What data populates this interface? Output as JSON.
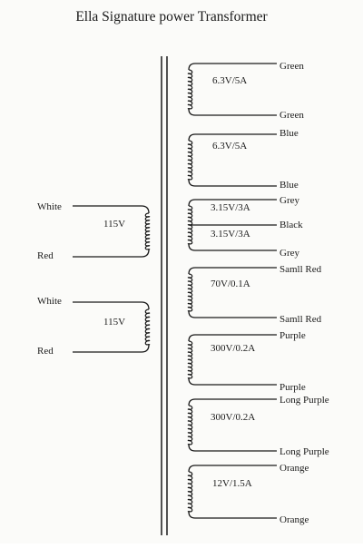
{
  "title": "Ella Signature power Transformer",
  "colors": {
    "ink": "#1a1a1a",
    "paper": "#fbfbf9"
  },
  "primaries": [
    {
      "start_wire": "White",
      "voltage": "115V",
      "end_wire": "Red"
    },
    {
      "start_wire": "White",
      "voltage": "115V",
      "end_wire": "Red"
    }
  ],
  "secondaries": [
    {
      "voltage": "6.3V/5A",
      "top_wire": "Green",
      "bottom_wire": "Green"
    },
    {
      "voltage": "6.3V/5A",
      "top_wire": "Blue",
      "bottom_wire": "Blue"
    },
    {
      "voltage": "3.15V/3A",
      "voltage_2": "3.15V/3A",
      "top_wire": "Grey",
      "center_tap": "Black",
      "bottom_wire": "Grey"
    },
    {
      "voltage": "70V/0.1A",
      "top_wire": "Samll Red",
      "bottom_wire": "Samll Red"
    },
    {
      "voltage": "300V/0.2A",
      "top_wire": "Purple",
      "bottom_wire": "Purple"
    },
    {
      "voltage": "300V/0.2A",
      "top_wire": "Long  Purple",
      "bottom_wire": "Long  Purple"
    },
    {
      "voltage": "12V/1.5A",
      "top_wire": "Orange",
      "bottom_wire": "Orange"
    }
  ]
}
